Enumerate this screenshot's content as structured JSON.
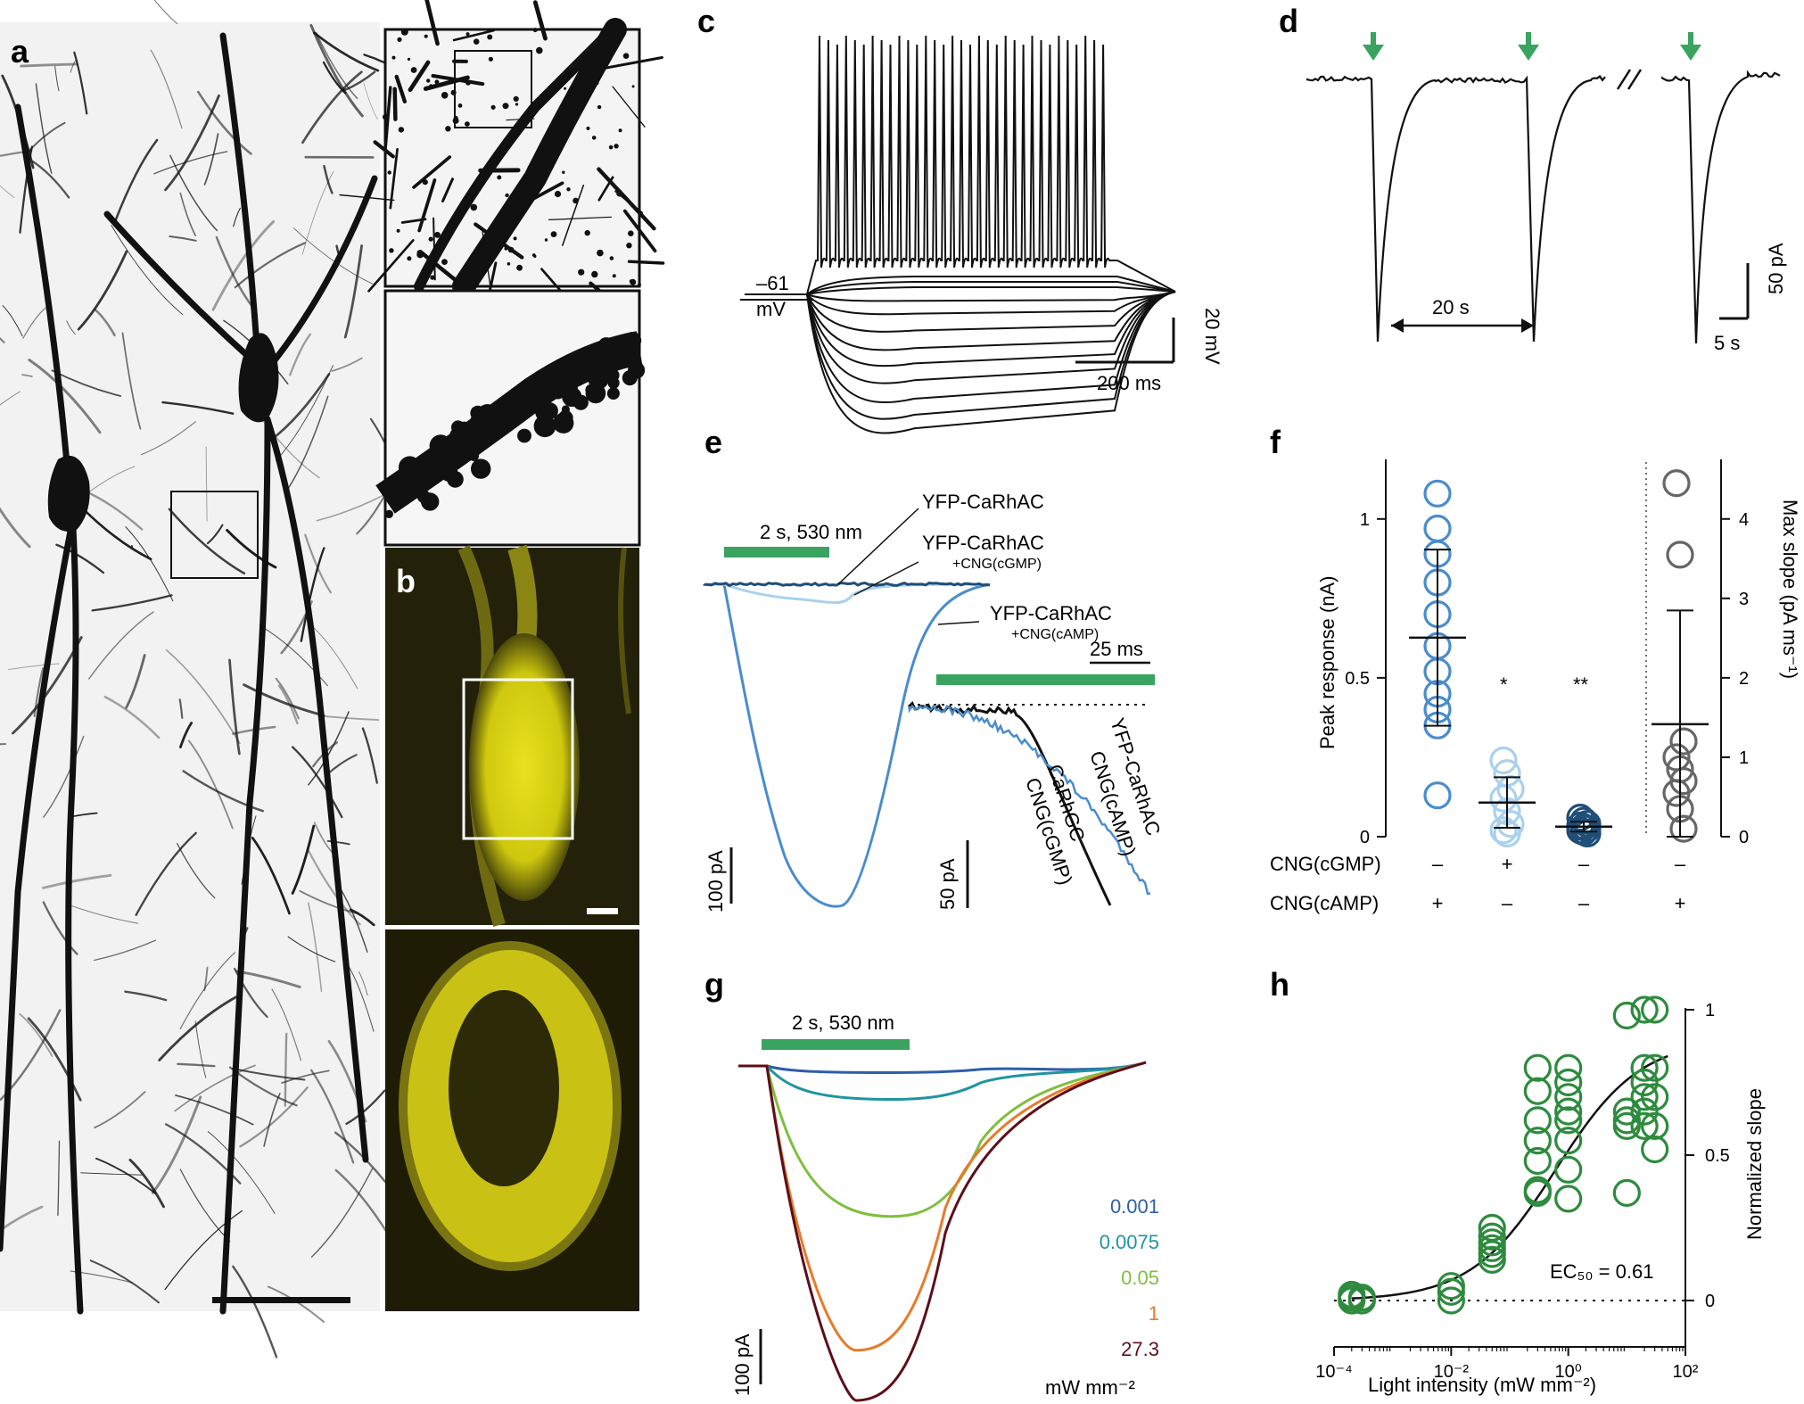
{
  "panels": {
    "a": "a",
    "b": "b",
    "c": "c",
    "d": "d",
    "e": "e",
    "f": "f",
    "g": "g",
    "h": "h"
  },
  "panel_c": {
    "rest_value": "–61",
    "rest_unit": "mV",
    "scale_v": "20 mV",
    "scale_t": "200 ms"
  },
  "panel_d": {
    "interval": "20  s",
    "scale_i": "50 pA",
    "scale_t": "5 s",
    "arrow_color": "#3aa35f"
  },
  "panel_e": {
    "stim": "2 s, 530 nm",
    "trace1": "YFP-CaRhAC",
    "trace2": "YFP-CaRhAC",
    "trace2_sub": "+CNG(cGMP)",
    "trace3": "YFP-CaRhAC",
    "trace3_sub": "+CNG(cAMP)",
    "scale_i": "100 pA",
    "inset_scale_t": "25 ms",
    "inset_scale_i": "50 pA",
    "inset_l1a": "YFP-CaRhAC",
    "inset_l1b": "CNG(cAMP)",
    "inset_l2a": "CaRhGC",
    "inset_l2b": "CNG(cGMP)",
    "colors": {
      "dark": "#1f4e79",
      "light": "#a9d1ee",
      "mid": "#4a8ccd",
      "stim": "#3aa35f"
    }
  },
  "panel_f": {
    "ylabel": "Peak response (nA)",
    "y2label": "Max slope (pA ms⁻¹)",
    "yticks": [
      "0",
      "0.5",
      "1"
    ],
    "y2ticks": [
      "0",
      "1",
      "2",
      "3",
      "4"
    ],
    "row1_label": "CNG(cGMP)",
    "row2_label": "CNG(cAMP)",
    "row1": [
      "–",
      "+",
      "–",
      "–"
    ],
    "row2": [
      "+",
      "–",
      "–",
      "+"
    ],
    "sig1": "*",
    "sig2": "**"
  },
  "panel_g": {
    "stim": "2 s, 530 nm",
    "scale_i": "100 pA",
    "legend": [
      "0.001",
      "0.0075",
      "0.05",
      "1",
      "27.3"
    ],
    "legend_unit": "mW mm⁻²",
    "colors": [
      "#2f5ea8",
      "#1f95a0",
      "#7fbf3f",
      "#e87a2a",
      "#5c0f1a"
    ]
  },
  "panel_h": {
    "xlabel": "Light intensity (mW mm⁻²)",
    "ylabel": "Normalized slope",
    "xticks": [
      "10⁻⁴",
      "10⁻²",
      "10⁰",
      "10²"
    ],
    "yticks": [
      "0",
      "0.5",
      "1"
    ],
    "ec50": "EC₅₀ = 0.61",
    "color": "#2e8b3e"
  },
  "chart_data": [
    {
      "type": "scatter",
      "panel": "f",
      "categories": [
        "CNG(cAMP)+",
        "CNG(cGMP)+",
        "–/–",
        "CNG(cAMP)+ slope"
      ],
      "series": [
        {
          "values": [
            1.08,
            0.97,
            0.89,
            0.8,
            0.7,
            0.6,
            0.52,
            0.45,
            0.4,
            0.35,
            0.13
          ]
        },
        {
          "values": [
            0.24,
            0.2,
            0.15,
            0.12,
            0.08,
            0.04,
            0.02,
            0.01
          ]
        },
        {
          "values": [
            0.06,
            0.05,
            0.04,
            0.035,
            0.03,
            0.025,
            0.02,
            0.015,
            0.01
          ]
        },
        {
          "values": [
            4.45,
            3.55,
            1.2,
            1.0,
            0.85,
            0.7,
            0.55,
            0.35,
            0.1
          ]
        }
      ],
      "ylim": [
        0,
        1.2
      ],
      "y2lim": [
        0,
        4.8
      ]
    },
    {
      "type": "scatter",
      "panel": "h",
      "x_log_ticks": [
        -4,
        -2,
        0,
        2
      ],
      "x": [
        0.0002,
        0.0002,
        0.0002,
        0.0003,
        0.0003,
        0.01,
        0.01,
        0.01,
        0.05,
        0.05,
        0.05,
        0.05,
        0.05,
        0.05,
        0.3,
        0.3,
        0.3,
        0.3,
        0.3,
        0.3,
        0.3,
        1,
        1,
        1,
        1,
        1,
        1,
        1,
        1,
        10,
        10,
        10,
        10,
        10,
        20,
        20,
        20,
        20,
        20,
        20,
        30,
        30,
        30,
        30,
        30
      ],
      "y": [
        0.0,
        0.01,
        0.02,
        0.0,
        0.01,
        0.0,
        0.03,
        0.05,
        0.14,
        0.16,
        0.18,
        0.2,
        0.22,
        0.25,
        0.37,
        0.38,
        0.48,
        0.55,
        0.62,
        0.72,
        0.8,
        0.35,
        0.45,
        0.55,
        0.62,
        0.65,
        0.7,
        0.75,
        0.8,
        0.37,
        0.6,
        0.62,
        0.65,
        0.98,
        0.6,
        0.65,
        0.7,
        0.75,
        0.8,
        1.0,
        0.52,
        0.6,
        0.7,
        0.8,
        1.0
      ],
      "fit": "hill",
      "ylim": [
        -0.1,
        1.05
      ]
    },
    {
      "type": "line",
      "panel": "g",
      "series": [
        {
          "name": "0.001",
          "peak": 0.02
        },
        {
          "name": "0.0075",
          "peak": 0.1
        },
        {
          "name": "0.05",
          "peak": 0.45
        },
        {
          "name": "1",
          "peak": 0.85
        },
        {
          "name": "27.3",
          "peak": 1.0
        }
      ]
    }
  ]
}
